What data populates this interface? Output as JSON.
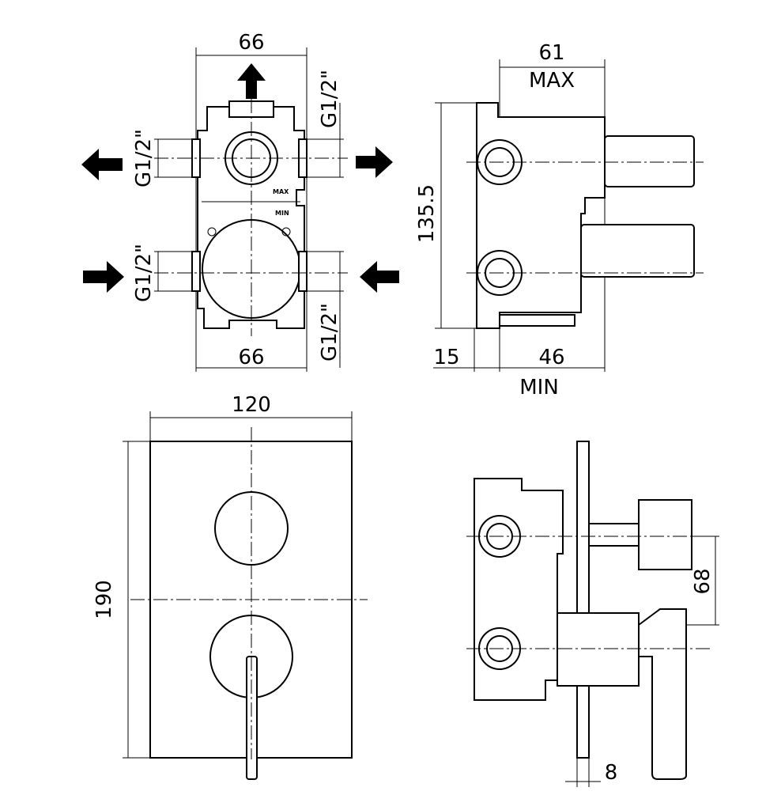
{
  "front_view": {
    "top_width": "66",
    "bottom_width": "66",
    "thread_top_right": "G1/2\"",
    "thread_left_upper": "G1/2\"",
    "thread_left_lower": "G1/2\"",
    "thread_bottom_right": "G1/2\"",
    "body_mark_max": "MAX",
    "body_mark_min": "MIN"
  },
  "side_view": {
    "depth_max": "61",
    "max_label": "MAX",
    "height": "135.5",
    "offset": "15",
    "depth_min": "46",
    "min_label": "MIN"
  },
  "plate_view": {
    "width": "120",
    "height": "190"
  },
  "assembled_side_view": {
    "spacing": "68",
    "plate_thickness": "8"
  }
}
